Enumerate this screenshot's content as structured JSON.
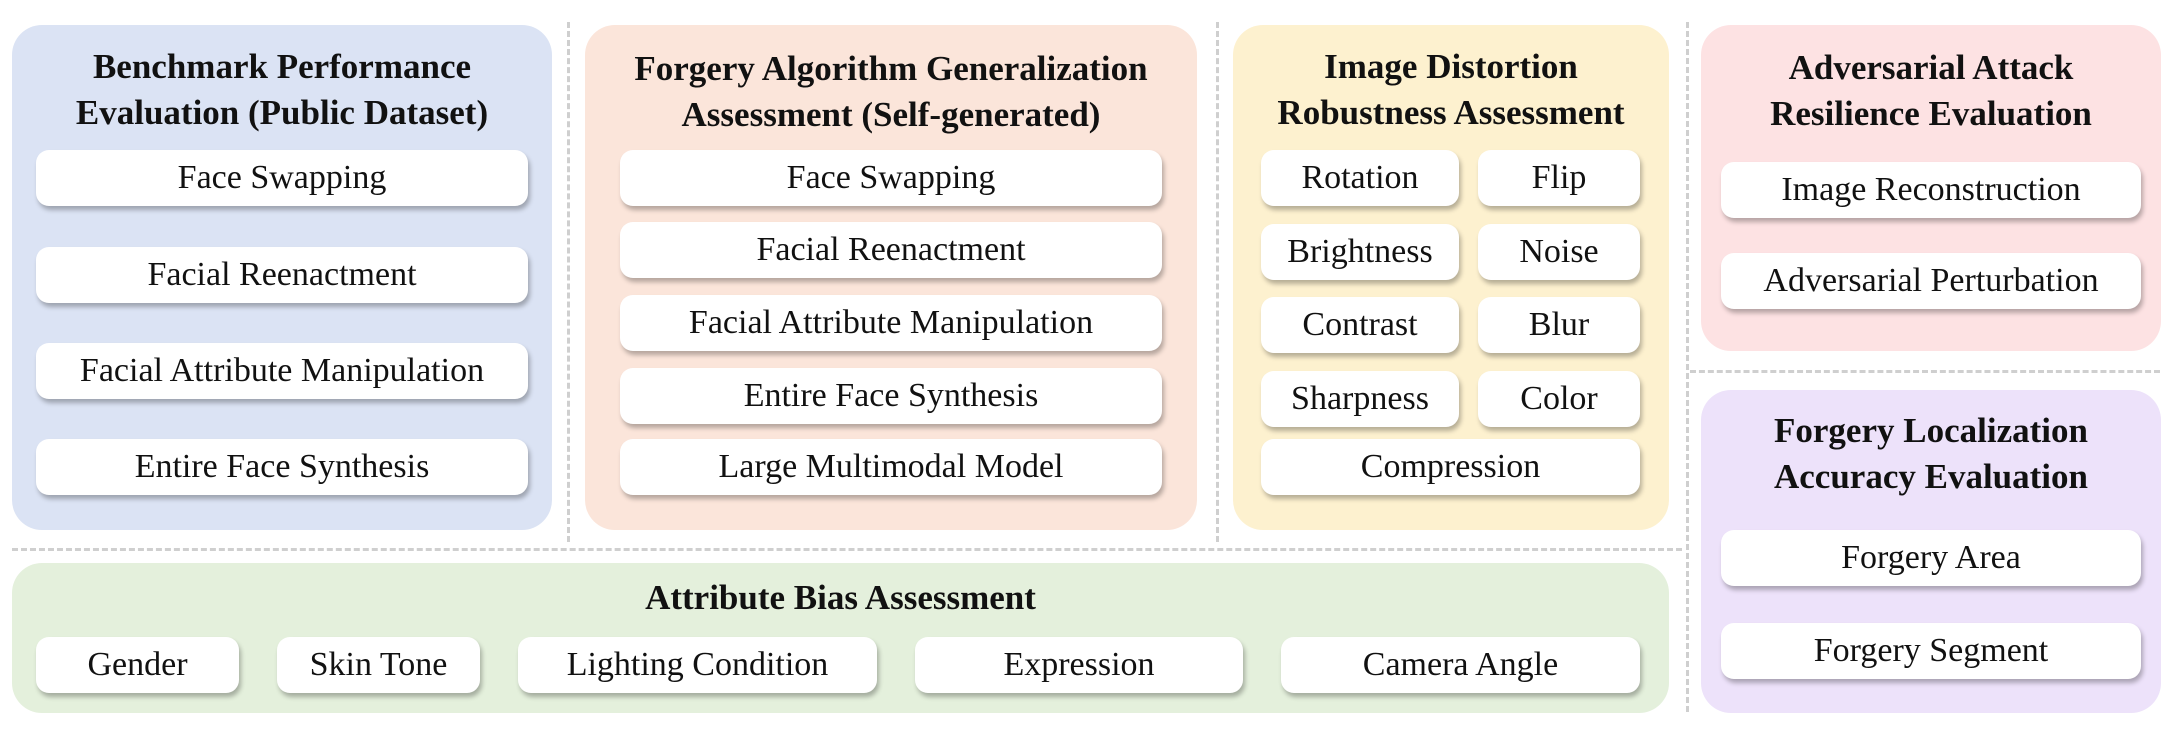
{
  "colors": {
    "benchmark": "#dbe3f4",
    "generalization": "#fbe5da",
    "distortion": "#fdf1cf",
    "adversarial": "#fde2e3",
    "localization": "#ede2fa",
    "bias": "#e4f0dc"
  },
  "benchmark": {
    "title": "Benchmark Performance\nEvaluation (Public Dataset)",
    "items": [
      "Face Swapping",
      "Facial Reenactment",
      "Facial Attribute Manipulation",
      "Entire Face Synthesis"
    ]
  },
  "generalization": {
    "title": "Forgery Algorithm Generalization\nAssessment (Self-generated)",
    "items": [
      "Face Swapping",
      "Facial Reenactment",
      "Facial Attribute Manipulation",
      "Entire Face Synthesis",
      "Large Multimodal Model"
    ]
  },
  "distortion": {
    "title": "Image Distortion\nRobustness Assessment",
    "items": [
      "Rotation",
      "Flip",
      "Brightness",
      "Noise",
      "Contrast",
      "Blur",
      "Sharpness",
      "Color",
      "Compression"
    ]
  },
  "adversarial": {
    "title": "Adversarial Attack\nResilience Evaluation",
    "items": [
      "Image Reconstruction",
      "Adversarial Perturbation"
    ]
  },
  "localization": {
    "title": "Forgery Localization\nAccuracy Evaluation",
    "items": [
      "Forgery Area",
      "Forgery Segment"
    ]
  },
  "bias": {
    "title": "Attribute Bias Assessment",
    "items": [
      "Gender",
      "Skin Tone",
      "Lighting Condition",
      "Expression",
      "Camera Angle"
    ]
  }
}
